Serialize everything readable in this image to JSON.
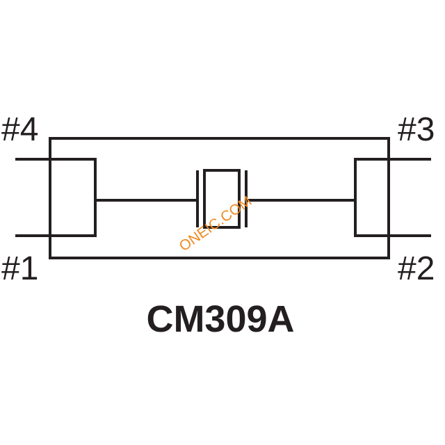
{
  "pins": {
    "pin1": "#1",
    "pin2": "#2",
    "pin3": "#3",
    "pin4": "#4"
  },
  "part_number": "CM309A",
  "watermark": "ONEIC.COM",
  "colors": {
    "line": "#231f20",
    "watermark": "#f08a24",
    "background": "#ffffff"
  }
}
